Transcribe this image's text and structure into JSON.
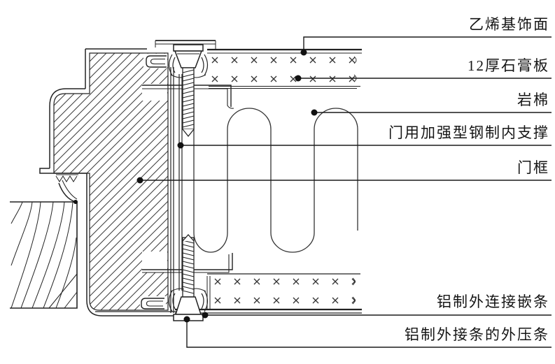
{
  "drawing": {
    "type": "construction-detail-section",
    "labels": [
      {
        "id": "vinyl-finish",
        "text": "乙烯基饰面"
      },
      {
        "id": "gypsum-board",
        "text": "12厚石膏板"
      },
      {
        "id": "rock-wool",
        "text": "岩棉"
      },
      {
        "id": "steel-support",
        "text": "门用加强型钢制内支撑"
      },
      {
        "id": "door-frame",
        "text": "门框"
      },
      {
        "id": "aluminum-insert-strip",
        "text": "铝制外连接嵌条"
      },
      {
        "id": "aluminum-pressure-strip",
        "text": "铝制外接条的外压条"
      }
    ],
    "colors": {
      "line": "#222222",
      "background": "#ffffff",
      "dot": "#111111"
    }
  }
}
